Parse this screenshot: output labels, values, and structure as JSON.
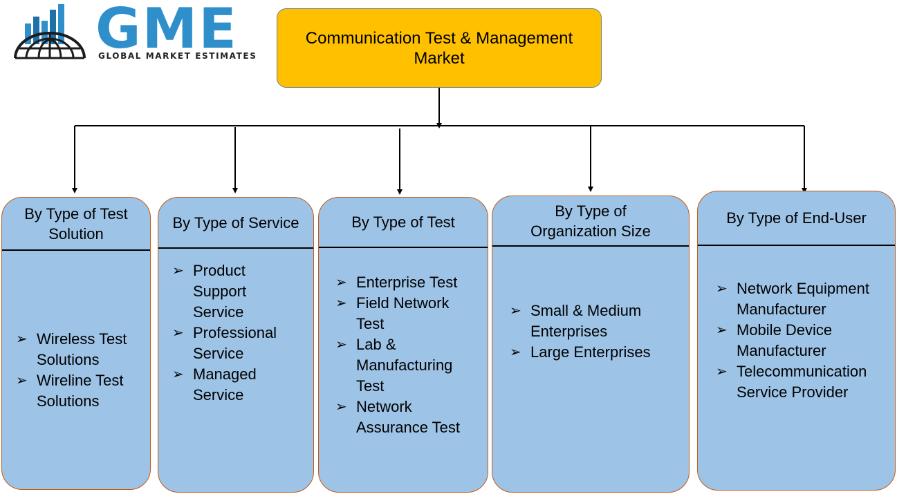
{
  "logo": {
    "letters": "GME",
    "tagline": "GLOBAL MARKET ESTIMATES",
    "icon": "globe-bars-icon",
    "colors": {
      "blue": "#2e8fcb",
      "dark": "#1c1c1c"
    }
  },
  "root": {
    "label": "Communication Test & Management Market"
  },
  "colors": {
    "root_fill": "#ffc000",
    "box_fill": "#9dc3e6",
    "box_border": "#c55a11",
    "connector": "#000000"
  },
  "bullet_icon": "arrow-bullet-icon",
  "bullet_glyph": "➢",
  "categories": [
    {
      "title": "By Type of Test Solution",
      "items": [
        "Wireless Test Solutions",
        "Wireline Test Solutions"
      ]
    },
    {
      "title": "By Type of Service",
      "items": [
        "Product Support Service",
        "Professional Service",
        "Managed Service"
      ]
    },
    {
      "title": "By Type of Test",
      "items": [
        "Enterprise Test",
        "Field Network Test",
        "Lab & Manufacturing Test",
        "Network Assurance Test"
      ]
    },
    {
      "title": "By Type of Organization Size",
      "items": [
        "Small & Medium Enterprises",
        "Large Enterprises"
      ]
    },
    {
      "title": "By Type of End-User",
      "items": [
        "Network Equipment Manufacturer",
        "Mobile Device Manufacturer",
        "Telecommunication Service Provider"
      ]
    }
  ]
}
